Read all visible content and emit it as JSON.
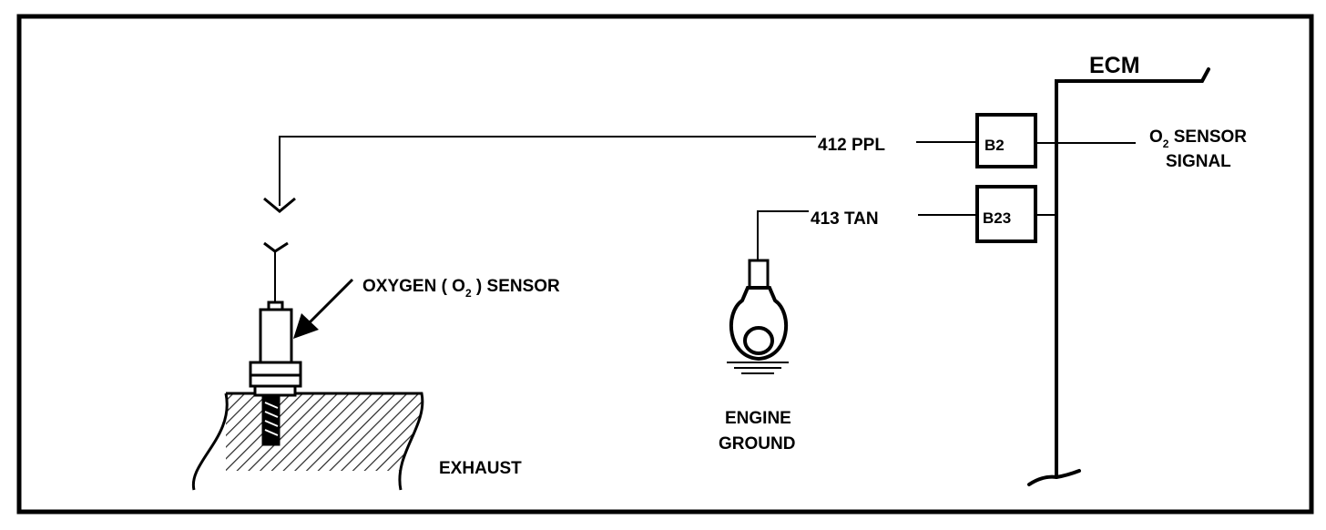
{
  "labels": {
    "ecm": "ECM",
    "wire_412": "412 PPL",
    "wire_413": "413 TAN",
    "pin_b2": "B2",
    "pin_b23": "B23",
    "o2_signal_prefix": "O",
    "o2_signal_sub": "2",
    "o2_signal_line1_rest": " SENSOR",
    "o2_signal_line2": "SIGNAL",
    "oxygen_sensor_prefix": "OXYGEN ( O",
    "oxygen_sensor_sub": "2",
    "oxygen_sensor_rest": " ) SENSOR",
    "engine_line1": "ENGINE",
    "engine_line2": "GROUND",
    "exhaust": "EXHAUST"
  }
}
